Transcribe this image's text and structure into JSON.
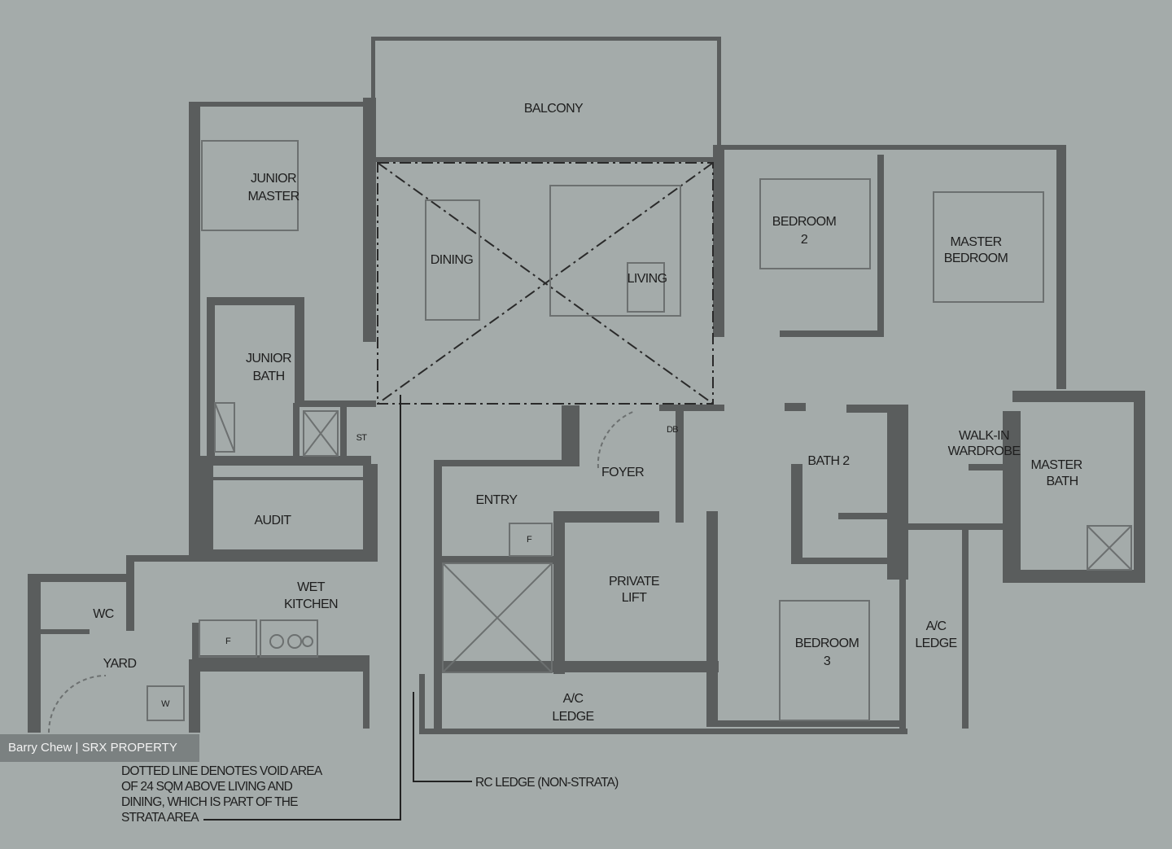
{
  "rooms": {
    "balcony": "BALCONY",
    "junior_master": [
      "JUNIOR",
      "MASTER"
    ],
    "dining": "DINING",
    "living": "LIVING",
    "bedroom2": [
      "BEDROOM",
      "2"
    ],
    "master_bedroom": [
      "MASTER",
      "BEDROOM"
    ],
    "junior_bath": [
      "JUNIOR",
      "BATH"
    ],
    "store": "ST",
    "walk_in_wardrobe": [
      "WALK-IN",
      "WARDROBE"
    ],
    "foyer": "FOYER",
    "db": "DB",
    "bath2": "BATH 2",
    "master_bath": [
      "MASTER",
      "BATH"
    ],
    "dry_kitchen": "ENTRY",
    "household_shelter": "AUDIT",
    "wet_kitchen": [
      "WET",
      "KITCHEN"
    ],
    "wc": "WC",
    "yard": "YARD",
    "private_lift": [
      "PRIVATE",
      "LIFT"
    ],
    "bedroom3": [
      "BEDROOM",
      "3"
    ],
    "ac_ledge_right": [
      "A/C",
      "LEDGE"
    ],
    "ac_ledge_bottom": [
      "A/C",
      "LEDGE"
    ],
    "fridge_wet": "F",
    "fridge_dry": "F",
    "washer": "W"
  },
  "notes": {
    "void_note": [
      "DOTTED LINE DENOTES VOID AREA",
      "OF 24 SQM ABOVE LIVING AND",
      "DINING, WHICH IS PART OF THE",
      "STRATA AREA"
    ],
    "rc_ledge": "RC LEDGE (NON-STRATA)"
  },
  "watermark": "Barry Chew | SRX PROPERTY",
  "colors": {
    "background": "#a4abaa",
    "walls": "#5a5d5d",
    "text": "#1e1e1e"
  }
}
